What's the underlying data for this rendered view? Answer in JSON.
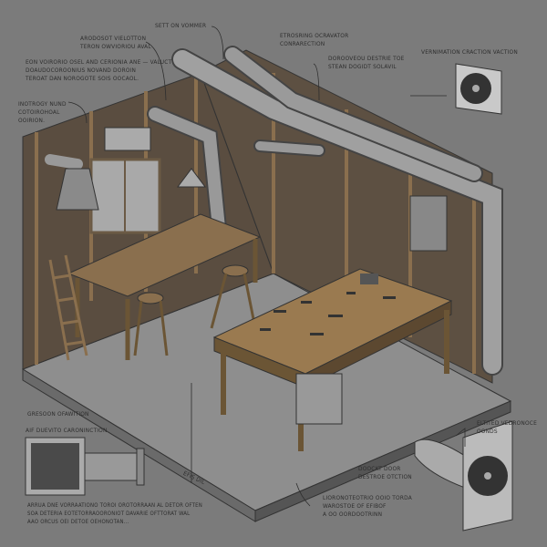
{
  "colors": {
    "background": "#7b7b7b",
    "wood": "#8a6f4e",
    "duct": "#9a9a9a",
    "ink": "#2e2e2e"
  },
  "labels": {
    "top_center": "SETT ON VOMMER",
    "top_left_1": "ARODOSOT VIELOTTON\nTERON OWVIORIOU AVAL",
    "top_left_2": "EON VOIRORIO OSEL AND CERIONIA ANE — VALUCT\nDOAUDOCOROONIUS NOVAND DOROIN\nTEROAT DAN NOROGOTE SOIS OOCAOL.",
    "left_mid": "INOTROGY NUND\nCOTOIROHOAL\nOOIRION.",
    "top_mid": "ETROSRING OCRAVATOR\nCONRARECTION",
    "top_mid_right": "DOROOVEOU DESTRIE TOE\nSTEAN DOGIDT SOLAVIL",
    "top_right": "VERNIMATION CRACTION VACTION",
    "bottom_left_1": "GRESOON OFAWITION",
    "bottom_left_2": "AIF DUEVITO CARONINCTION",
    "bottom_left_para": "ARRUA DNE VORRAATIONO TOROI OROTORRAAN AL DETOR OFTEN\nSOA DETERIA EOTETORRAOORONIOT DAVARIE OFTTORAT WAL\nAAO ORCUS OEI DETOE OEHONOTAN...",
    "bottom_right": "ELTITED VEDRONOCE\nOONDS",
    "bottom_mid": "DOOCKT DOOR\nDESTROE OTCTION",
    "bottom_center": "LIORONOTEOTRIO OOIO TORDA\nWAROSTOE OF EFIBOF\nA OO OORDOOTRINN",
    "floor_note": "EFIS DIL"
  }
}
